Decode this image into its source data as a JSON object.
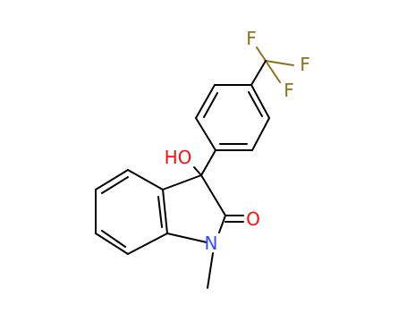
{
  "molecule": {
    "atoms": {
      "f_top": "F",
      "f_right": "F",
      "f_lower": "F",
      "hydroxyl": "HO",
      "carbonyl_oxygen": "O",
      "ring_nitrogen": "N"
    }
  },
  "colors": {
    "carbon_bond": "#000000",
    "oxygen": "#ff0d0d",
    "nitrogen": "#3050f8",
    "fluorine": "#90701a",
    "background": "#ffffff"
  }
}
